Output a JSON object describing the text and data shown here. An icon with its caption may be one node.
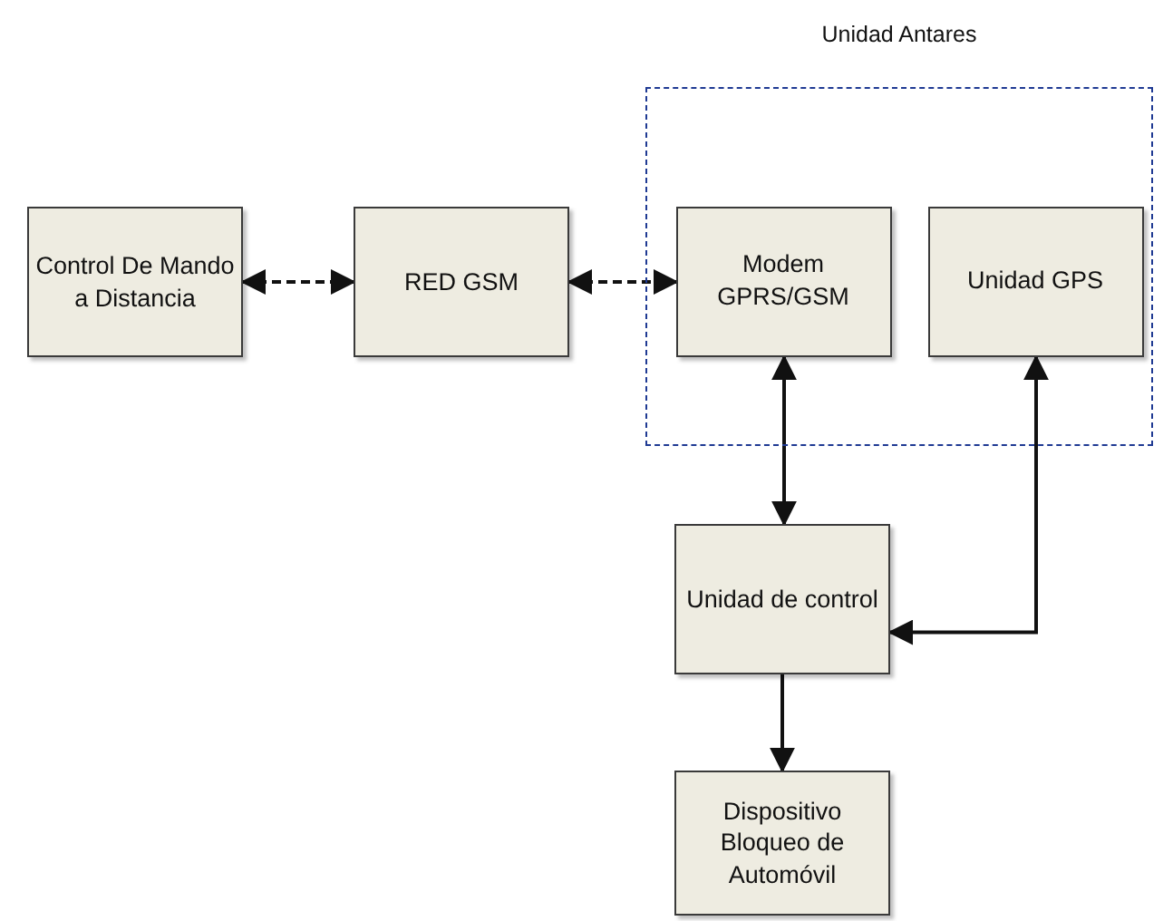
{
  "diagram": {
    "nodes": [
      {
        "text": [
          "Unidad Antares"
        ]
      },
      {
        "text": [
          "Control De Mando a Distancia"
        ]
      },
      {
        "text": [
          "RED GSM"
        ]
      },
      {
        "text": [
          "Modem GPRS/GSM"
        ],
        "in": 0
      },
      {
        "text": [
          "Unidad GPS"
        ],
        "in": 0
      },
      {
        "text": [
          "Unidad de control"
        ]
      },
      {
        "text": [
          "Dispositivo Bloqueo de Automóvil"
        ]
      }
    ],
    "edges": [
      {
        "from": 1,
        "to": 2,
        "arrow": "both",
        "style": "dashed"
      },
      {
        "from": 2,
        "to": 3,
        "arrow": "both",
        "style": "dashed"
      },
      {
        "from": 3,
        "to": 5,
        "arrow": "both"
      },
      {
        "from": 4,
        "to": 5,
        "arrow": "both"
      },
      {
        "from": 5,
        "to": 6,
        "arrow": "to"
      }
    ]
  }
}
